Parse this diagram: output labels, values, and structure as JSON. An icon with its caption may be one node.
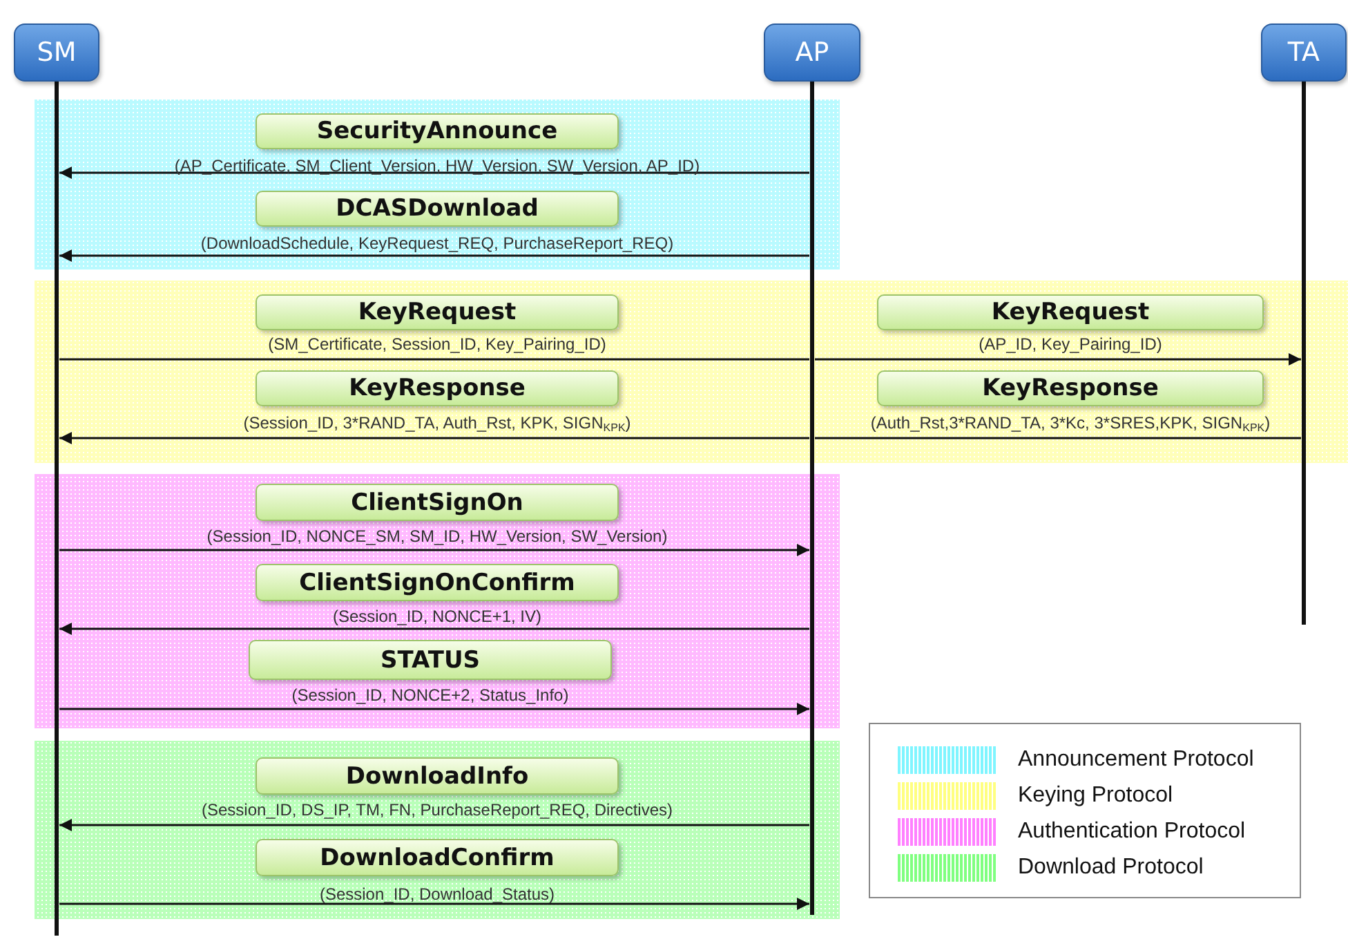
{
  "diagram": {
    "nodes": [
      {
        "text": [
          "SM"
        ]
      },
      {
        "text": [
          "AP"
        ]
      },
      {
        "text": [
          "TA"
        ]
      }
    ],
    "edges": [
      {
        "from": 1,
        "to": 0,
        "arrow": "to",
        "label": "SecurityAnnounce"
      },
      {
        "from": 1,
        "to": 0,
        "arrow": "to",
        "label": "DCASDownload"
      },
      {
        "from": 0,
        "to": 1,
        "arrow": "none",
        "label": "KeyRequest"
      },
      {
        "from": 1,
        "to": 2,
        "arrow": "to",
        "label": "KeyRequest"
      },
      {
        "from": 1,
        "to": 0,
        "arrow": "to",
        "label": "KeyResponse"
      },
      {
        "from": 2,
        "to": 1,
        "arrow": "none",
        "label": "KeyResponse"
      },
      {
        "from": 0,
        "to": 1,
        "arrow": "to",
        "label": "ClientSignOn"
      },
      {
        "from": 1,
        "to": 0,
        "arrow": "to",
        "label": "ClientSignOnConfirm"
      },
      {
        "from": 0,
        "to": 1,
        "arrow": "to",
        "label": "STATUS"
      },
      {
        "from": 1,
        "to": 0,
        "arrow": "to",
        "label": "DownloadInfo"
      },
      {
        "from": 0,
        "to": 1,
        "arrow": "to",
        "label": "DownloadConfirm"
      }
    ],
    "labels": [
      "(AP_Certificate, SM_Client_Version, HW_Version, SW_Version, AP_ID)",
      "(DownloadSchedule, KeyRequest_REQ, PurchaseReport_REQ)",
      "(SM_Certificate, Session_ID, Key_Pairing_ID)",
      "(AP_ID, Key_Pairing_ID)",
      "(Session_ID, 3*RAND_TA, Auth_Rst, KPK, SIGN$_{KPK}$)",
      "(Auth_Rst,3*RAND_TA, 3*Kc, 3*SRES,KPK, SIGN$_{KPK}$)",
      "(Session_ID, NONCE_SM, SM_ID, HW_Version, SW_Version)",
      "(Session_ID, NONCE+1, IV)",
      "(Session_ID, NONCE+2, Status_Info)",
      "(Session_ID, DS_IP, TM, FN, PurchaseReport_REQ, Directives)",
      "(Session_ID, Download_Status)"
    ],
    "legend": [
      {
        "text": "Announcement Protocol",
        "color": "#7ff5ff"
      },
      {
        "text": "Keying Protocol",
        "color": "#ffff80"
      },
      {
        "text": "Authentication Protocol",
        "color": "#ff80ff"
      },
      {
        "text": "Download Protocol",
        "color": "#80ff80"
      }
    ]
  }
}
